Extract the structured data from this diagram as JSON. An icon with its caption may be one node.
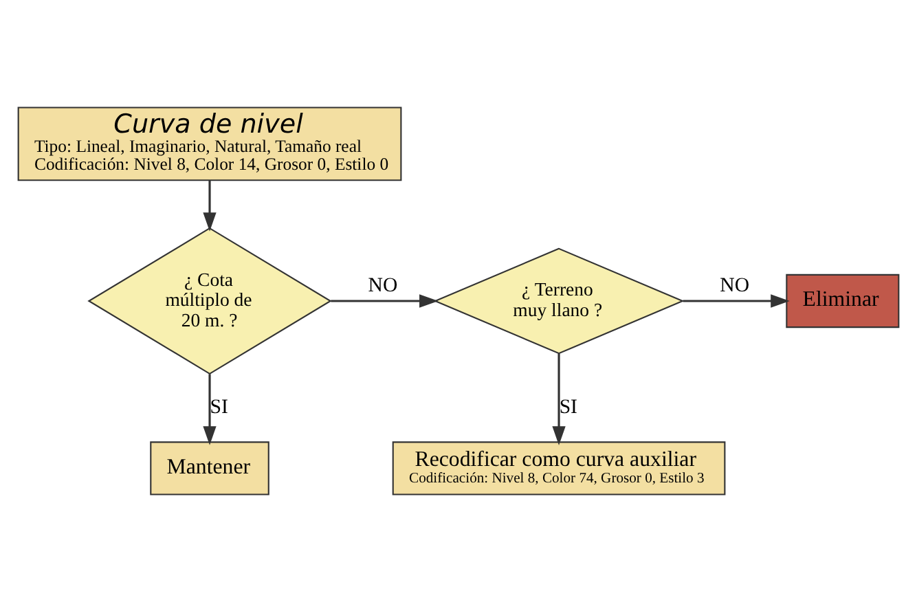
{
  "diagram": {
    "nodes": [
      {
        "text": [
          "Curva de nivel",
          "Tipo: Lineal, Imaginario, Natural, Tamaño real",
          "Codificación: Nivel 8, Color 14, Grosor 0, Estilo 0"
        ]
      },
      {
        "text": [
          "¿ Cota múltiplo de 20 m. ?"
        ]
      },
      {
        "text": [
          "¿ Terreno muy llano ?"
        ]
      },
      {
        "text": [
          "Eliminar"
        ]
      },
      {
        "text": [
          "Mantener"
        ]
      },
      {
        "text": [
          "Recodificar como curva auxiliar",
          "Codificación: Nivel 8, Color 74, Grosor 0, Estilo 3"
        ]
      }
    ],
    "edges": [
      {
        "from": 0,
        "to": 1,
        "arrow": "to"
      },
      {
        "from": 1,
        "to": 2,
        "arrow": "to",
        "label": "NO"
      },
      {
        "from": 2,
        "to": 3,
        "arrow": "to",
        "label": "NO"
      },
      {
        "from": 1,
        "to": 4,
        "arrow": "to",
        "label": "SI"
      },
      {
        "from": 2,
        "to": 5,
        "arrow": "to",
        "label": "SI"
      }
    ]
  }
}
